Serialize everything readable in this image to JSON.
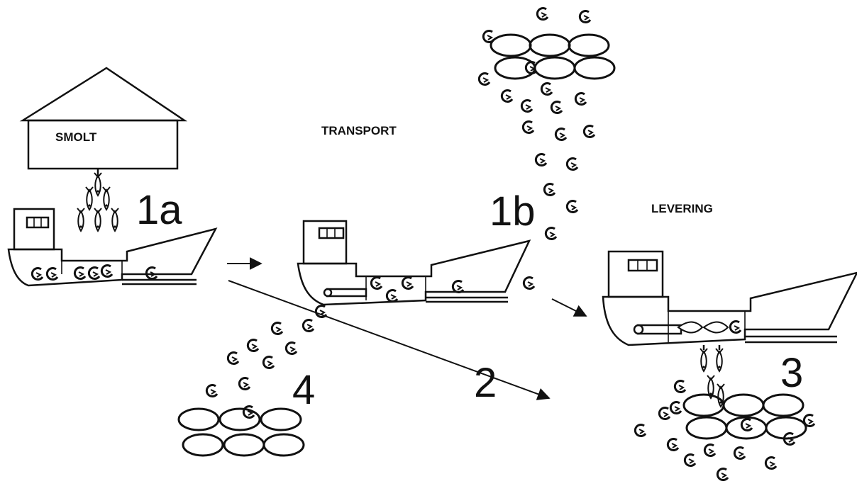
{
  "labels": {
    "smolt": "SMOLT",
    "transport": "TRANSPORT",
    "levering": "LEVERING",
    "step_1a": "1a",
    "step_1b": "1b",
    "step_2": "2",
    "step_3": "3",
    "step_4": "4"
  },
  "colors": {
    "ink": "#111111",
    "background": "#ffffff"
  }
}
